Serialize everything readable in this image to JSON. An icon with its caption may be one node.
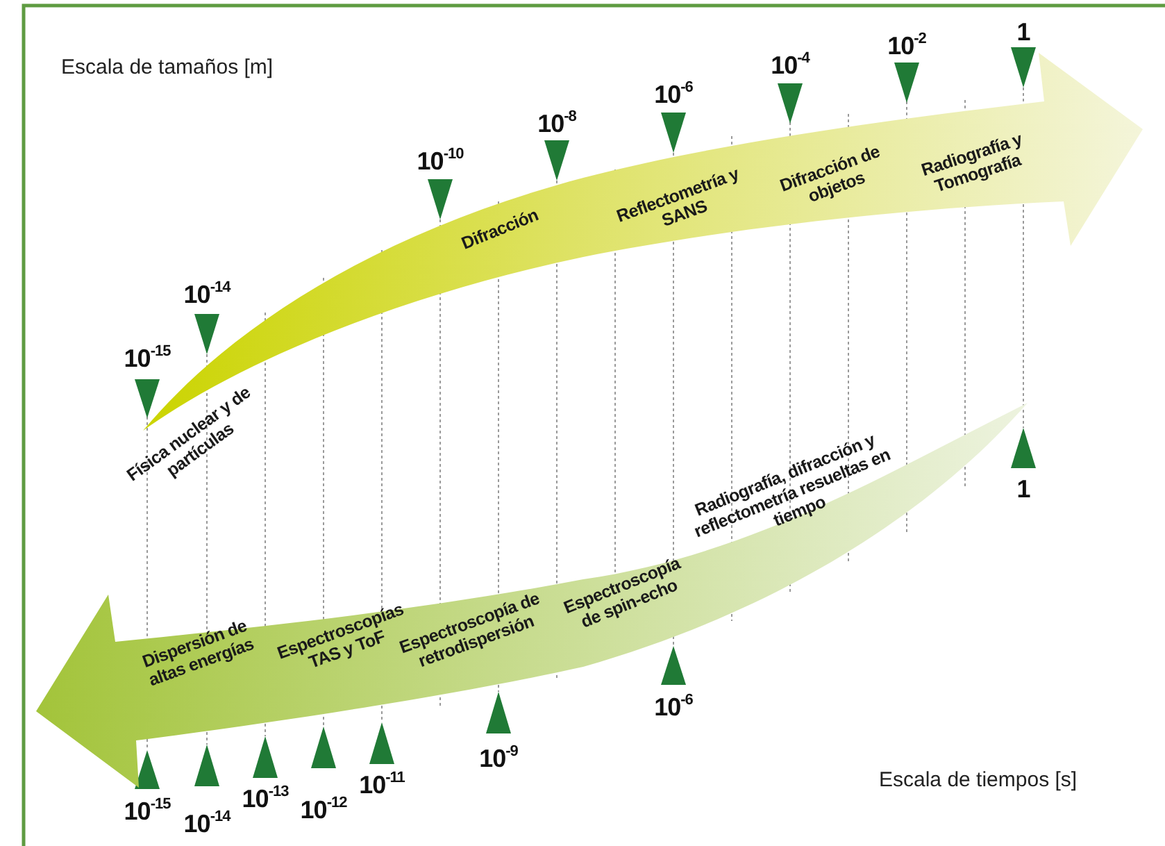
{
  "diagram": {
    "nodes": [
      {
        "text": [
          "Física nuclear y de partículas",
          "Difracción",
          "Reflectometría y SANS",
          "Difracción de objetos",
          "Radiografía y Tomografía"
        ]
      },
      {
        "text": [
          "Dispersión de altas energías",
          "Espectroscopías TAS y ToF",
          "Espectroscopía de retrodispersión",
          "Espectroscopía de spin-echo",
          "Radiografía, difracción y reflectometría resueltas en tiempo"
        ]
      }
    ],
    "labels": [
      "Escala de tamaños [m]",
      "10$^{-15}$",
      "10$^{-14}$",
      "10$^{-10}$",
      "10$^{-8}$",
      "10$^{-6}$",
      "10$^{-4}$",
      "10$^{-2}$",
      "1",
      "10$^{-15}$",
      "10$^{-14}$",
      "10$^{-13}$",
      "10$^{-12}$",
      "10$^{-11}$",
      "10$^{-9}$",
      "10$^{-6}$",
      "1",
      "Escala de tiempos [s]"
    ]
  }
}
